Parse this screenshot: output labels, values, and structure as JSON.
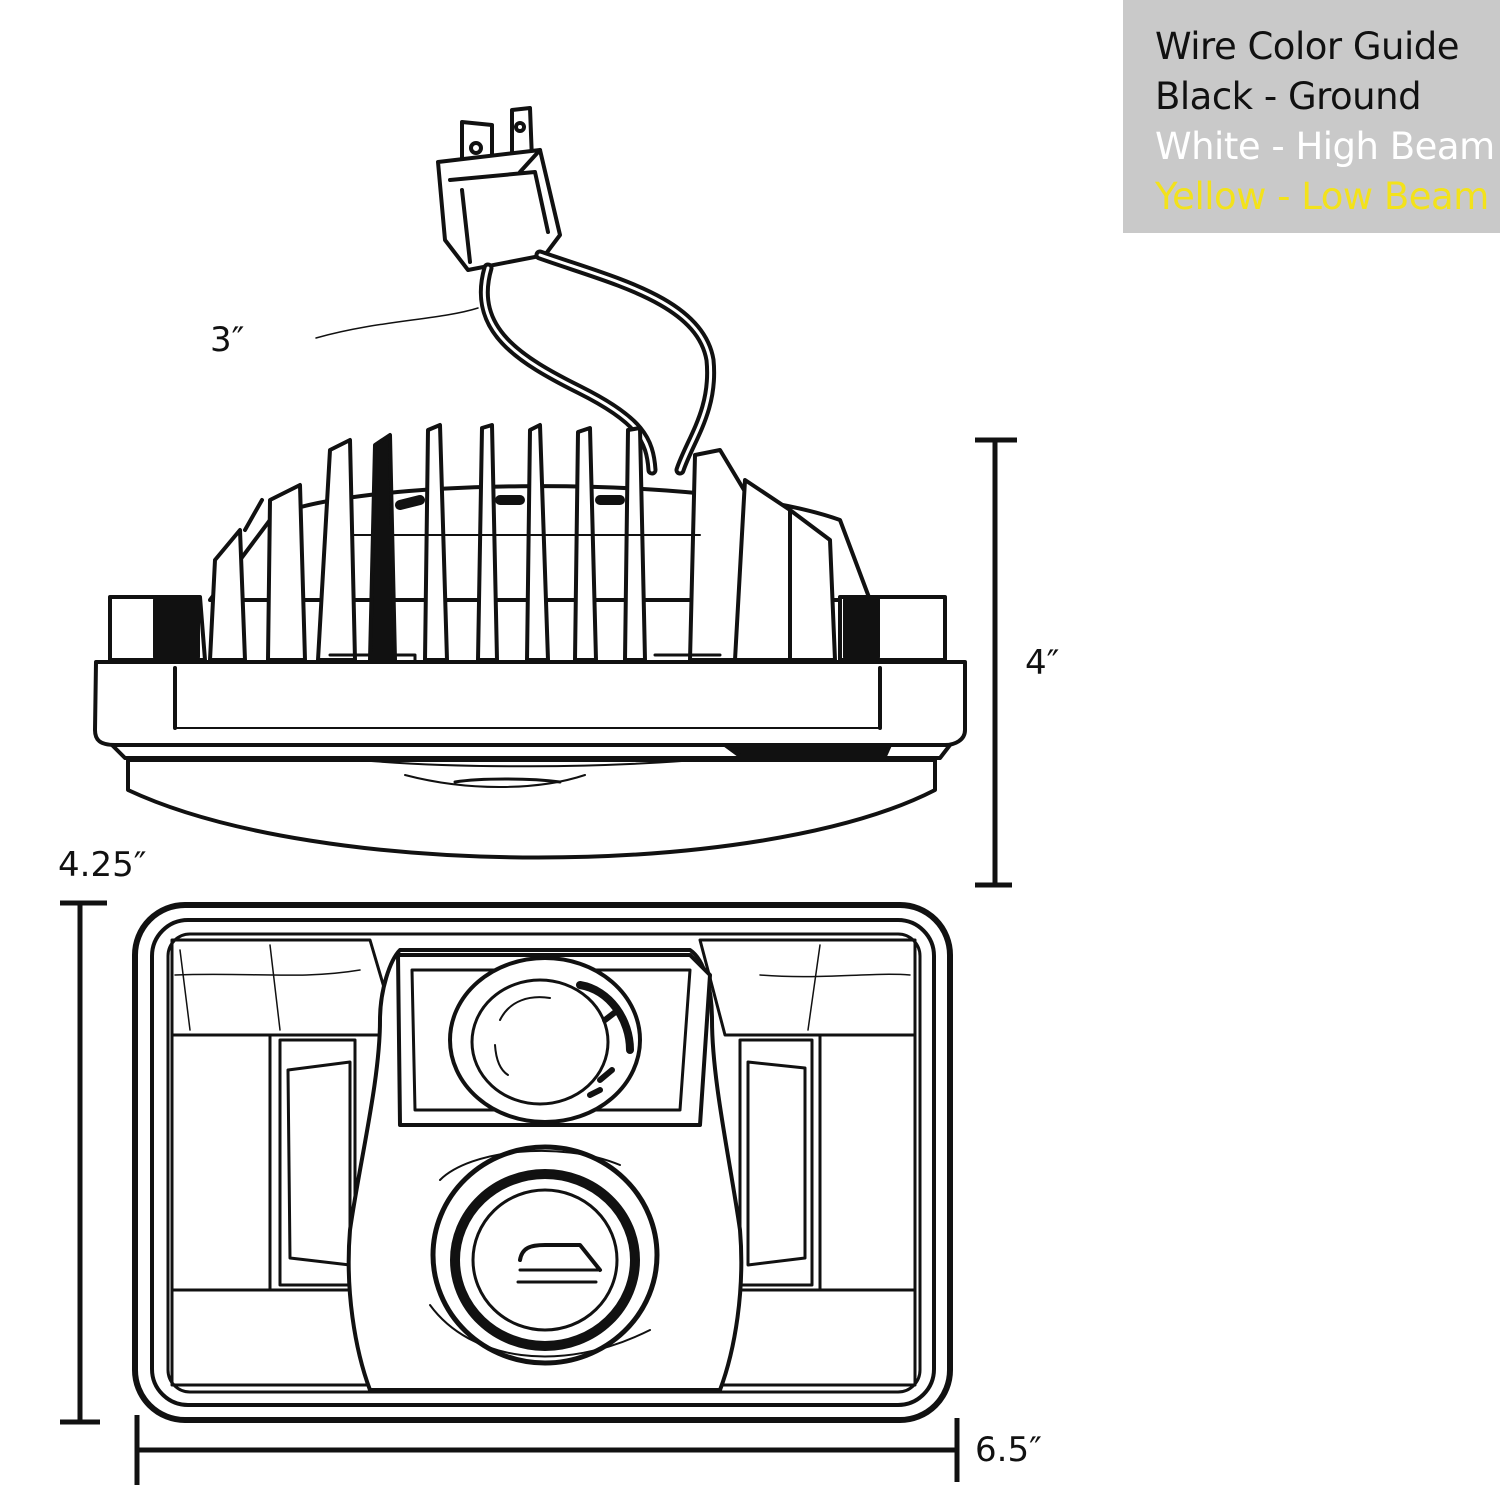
{
  "legend": {
    "title": "Wire Color Guide",
    "entries": [
      {
        "text": "Black - Ground",
        "color": "#111111"
      },
      {
        "text": "White - High Beam",
        "color": "#ffffff"
      },
      {
        "text": "Yellow - Low Beam",
        "color": "#f3e21b"
      }
    ],
    "background": "#c9c9c9"
  },
  "dimensions": {
    "depth": "3″",
    "side_height": "4″",
    "front_height": "4.25″",
    "width": "6.5″"
  }
}
